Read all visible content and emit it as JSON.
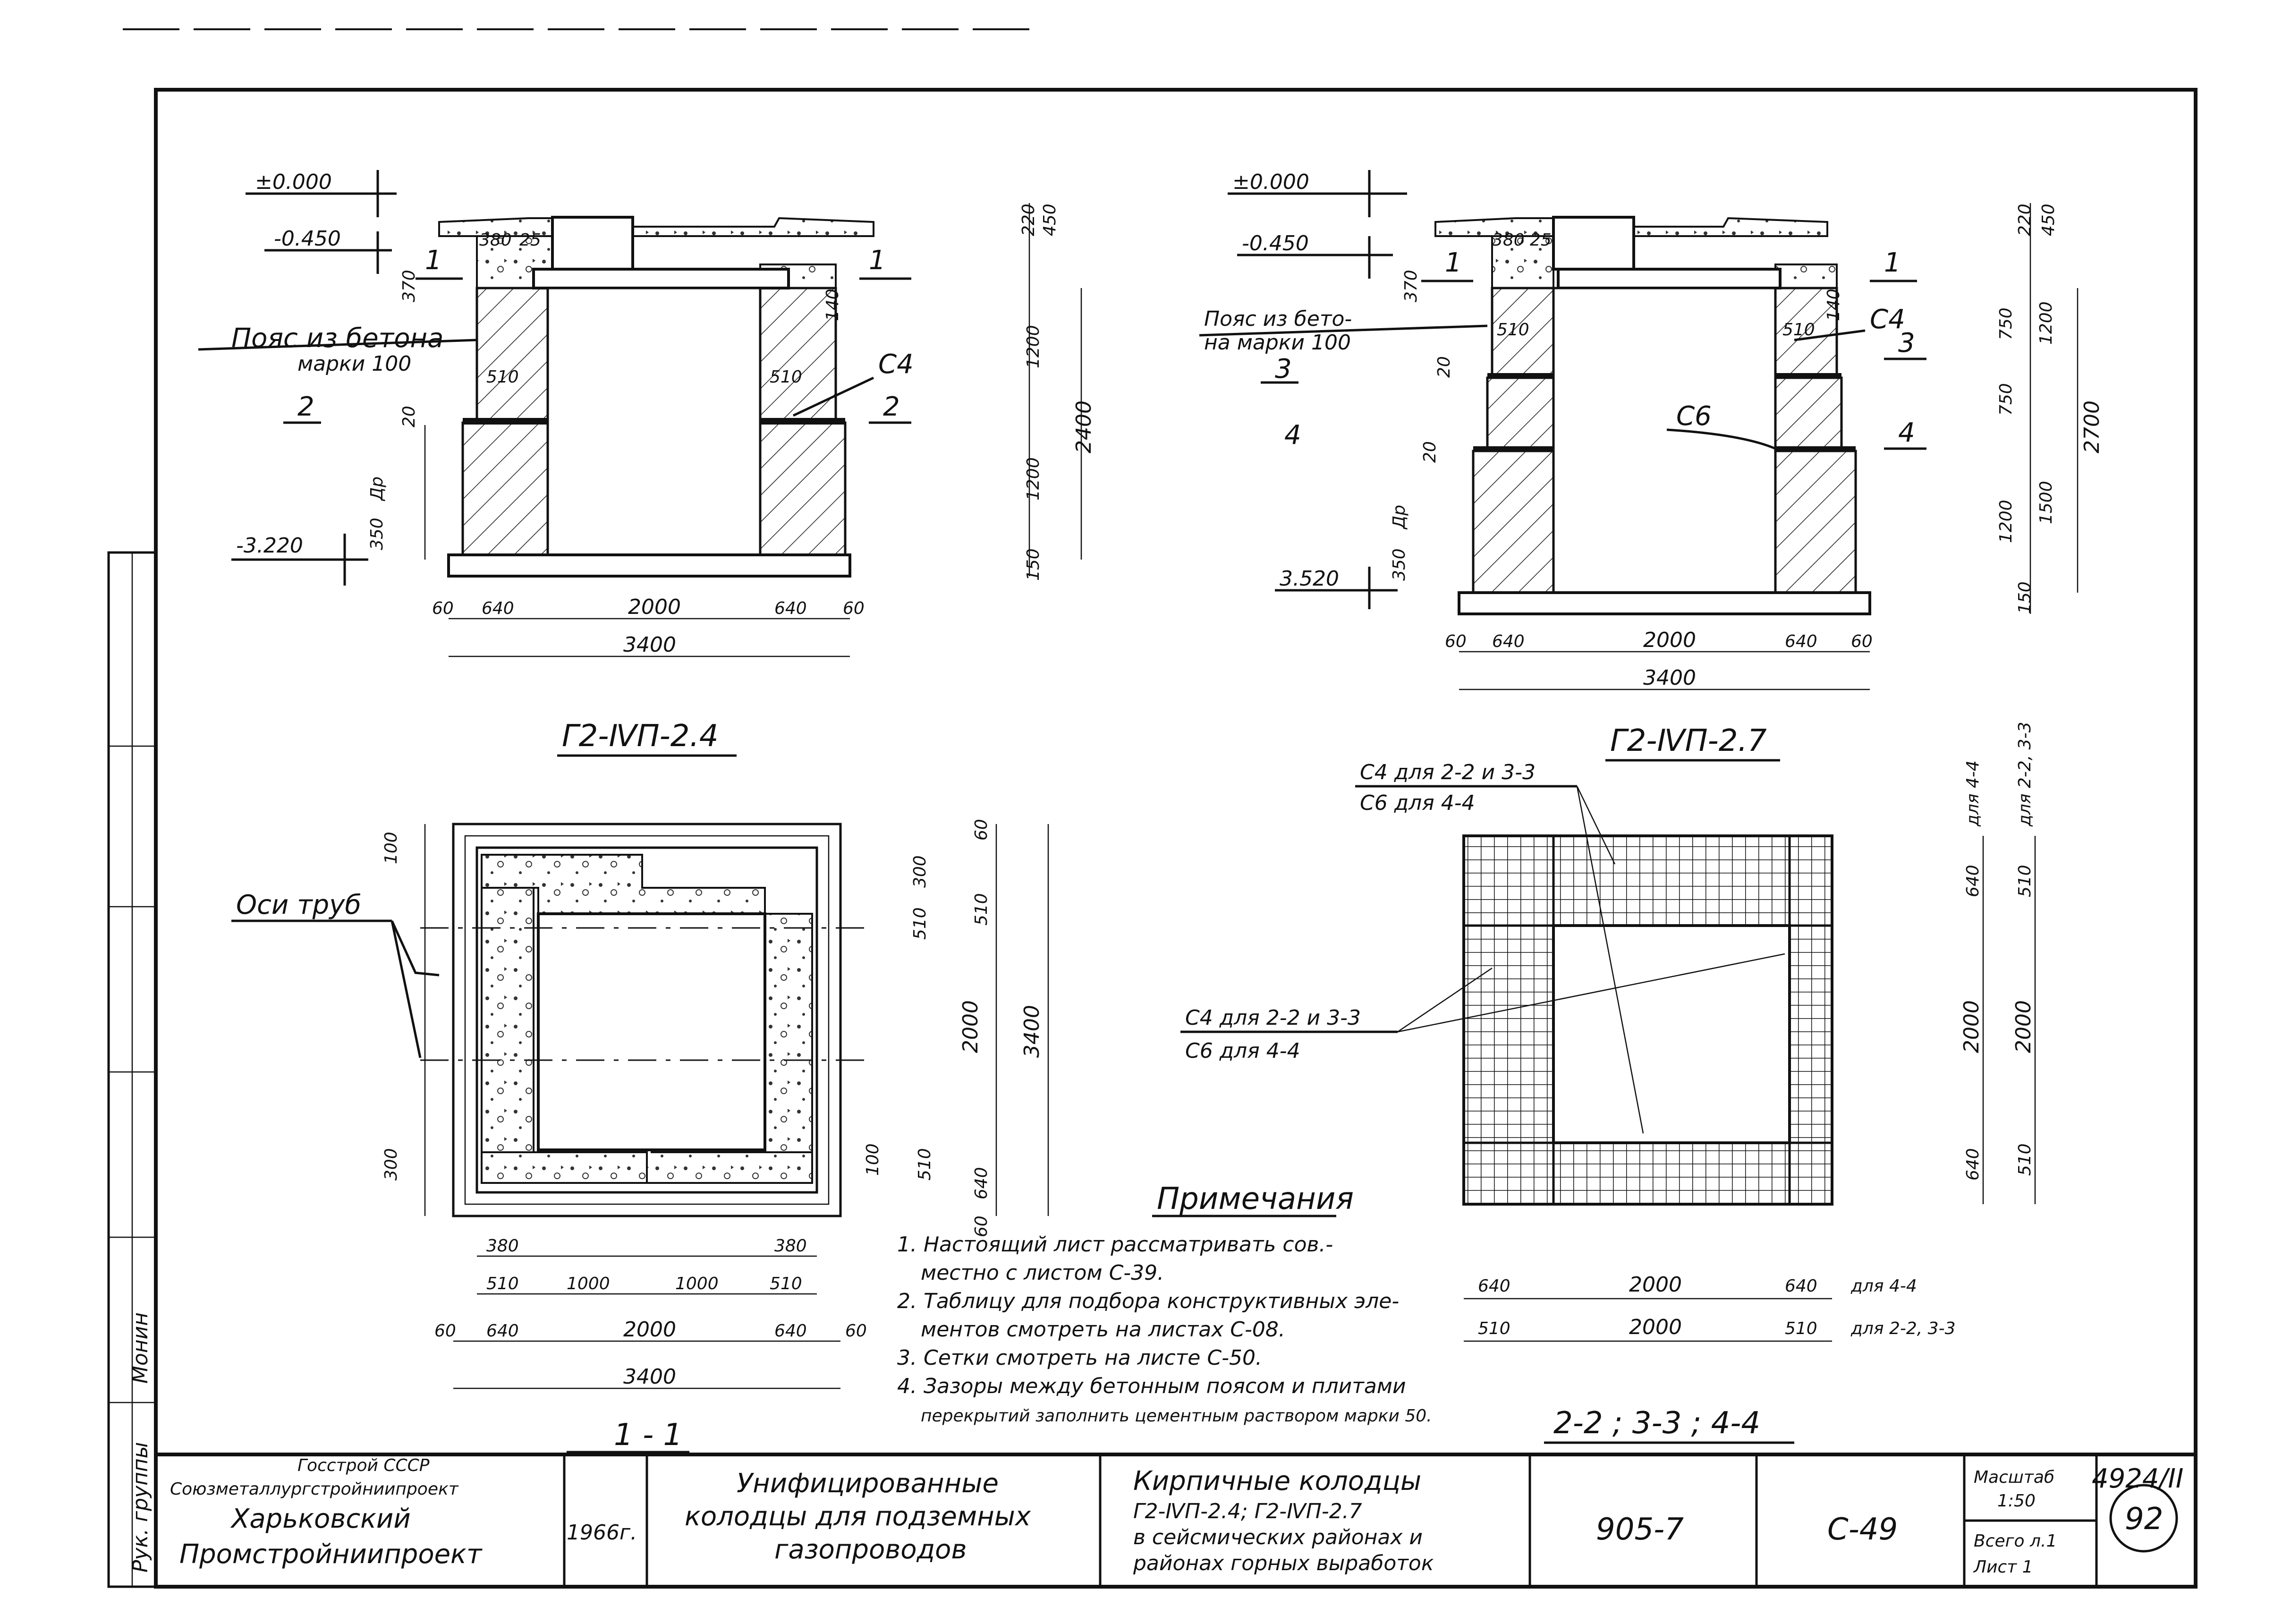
{
  "top_left": {
    "levels": [
      "±0.000",
      "-0.450",
      "-3.220"
    ],
    "belt_label": [
      "Пояс из бетона",
      "марки 100"
    ],
    "c4": "С4",
    "sec2a": "2",
    "sec2b": "2",
    "dim380": "380",
    "dim25": "25",
    "dim370": "370",
    "dim140": "140",
    "dim510a": "510",
    "dim510b": "510",
    "dim20": "20",
    "dim350": "350",
    "dimDp": "Дp",
    "right_dims": [
      "450",
      "220",
      "1200",
      "1200",
      "150"
    ],
    "total_h": "2400",
    "bottom_dims": [
      "60",
      "640",
      "2000",
      "640",
      "60"
    ],
    "total_w": "3400",
    "marker": "1",
    "caption": "Г2-ⅣП-2.4"
  },
  "top_right": {
    "levels": [
      "±0.000",
      "-0.450",
      "3.520"
    ],
    "belt_label": [
      "Пояс из бето-",
      "на марки 100"
    ],
    "c4": "С4",
    "c6": "С6",
    "sec3a": "3",
    "sec3b": "3",
    "sec4a": "4",
    "sec4b": "4",
    "dim380": "380",
    "dim25": "25",
    "dim370": "370",
    "dim140": "140",
    "dim510a": "510",
    "dim510b": "510",
    "dim20a": "20",
    "dim20b": "20",
    "dim350": "350",
    "dimDp": "Дp",
    "right_dims": [
      "450",
      "220",
      "750",
      "750",
      "1200",
      "150"
    ],
    "right_dims2": [
      "1200",
      "1500"
    ],
    "total_h": "2700",
    "bottom_dims": [
      "60",
      "640",
      "2000",
      "640",
      "60"
    ],
    "total_w": "3400",
    "marker": "1",
    "caption": "Г2-ⅣП-2.7"
  },
  "plan": {
    "pipe_axes": "Оси труб",
    "left_dims": [
      "100",
      "300"
    ],
    "inner_dims_top": [
      "300",
      "510"
    ],
    "inner_dims_bottom": [
      "100",
      "510"
    ],
    "right_dims": [
      "60",
      "510",
      "2000",
      "640",
      "60"
    ],
    "total": "3400",
    "bottom_row1": [
      "380",
      "380"
    ],
    "bottom_row2": [
      "510",
      "1000",
      "1000",
      "510"
    ],
    "bottom_row3": [
      "60",
      "640",
      "2000",
      "640",
      "60"
    ],
    "total_w": "3400",
    "caption": "1 - 1"
  },
  "mesh": {
    "top_label": [
      "С4 для 2-2 и 3-3",
      "С6 для 4-4"
    ],
    "left_label": [
      "С4 для 2-2 и 3-3",
      "С6 для 4-4"
    ],
    "right_col1": [
      "640",
      "2000",
      "640"
    ],
    "right_col2": [
      "510",
      "2000",
      "510"
    ],
    "right_head1": "для 4-4",
    "right_head2": "для 2-2, 3-3",
    "bottom_row1": [
      "640",
      "2000",
      "640",
      "для 4-4"
    ],
    "bottom_row2": [
      "510",
      "2000",
      "510",
      "для 2-2, 3-3"
    ],
    "caption": "2-2 ; 3-3 ; 4-4"
  },
  "notes": {
    "title": "Примечания",
    "lines": [
      "1. Настоящий лист рассматривать сов.-",
      "местно с листом С-39.",
      "2. Таблицу для подбора конструктивных эле-",
      "ментов смотреть на листах С-08.",
      "3. Сетки смотреть на листе С-50.",
      "4. Зазоры между бетонным поясом и плитами",
      "перекрытий заполнить цементным раствором марки 50."
    ]
  },
  "side_stamp": [
    "Рук. группы",
    "Монин"
  ],
  "sheet_code": "4924/II",
  "title_block": {
    "org": [
      "Госстрой СССР",
      "Союзметаллургстройниипроект",
      "Харьковский",
      "Промстройниипроект"
    ],
    "year": "1966г.",
    "project": [
      "Унифицированные",
      "колодцы для подземных",
      "газопроводов"
    ],
    "drawing": [
      "Кирпичные колодцы",
      "Г2-ⅣП-2.4; Г2-ⅣП-2.7",
      "в сейсмических районах и",
      "районах горных выработок"
    ],
    "series": "905-7",
    "sheet": "С-49",
    "scale_label": "Масштаб",
    "scale": "1:50",
    "total_label": "Всего л.1",
    "sheet_label": "Лист 1",
    "page": "92"
  }
}
